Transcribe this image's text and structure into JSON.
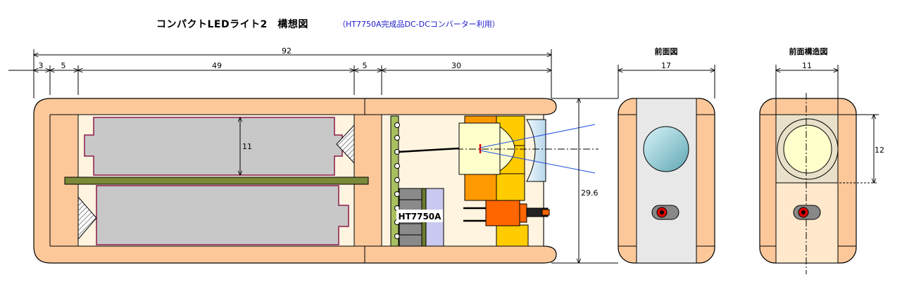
{
  "title": "コンパクトLEDライト2　構想図",
  "subtitle": "（HT7750A完成品DC-DCコンバーター利用）",
  "views": {
    "front": "前面図",
    "front_structure": "前面構造図"
  },
  "dimensions": {
    "total_length": "92",
    "seg_3": "3",
    "seg_5a": "5",
    "seg_49": "49",
    "seg_5b": "5",
    "seg_30": "30",
    "battery_dia": "11",
    "height": "29.6",
    "front_width": "17",
    "front_inner": "11",
    "front_struct_h": "12"
  },
  "chip_label": "HT7750A",
  "colors": {
    "case": "#fcc89a",
    "battery": "#c8c8c8",
    "battery_edge": "#8b1a4a",
    "pcb": "#7a8a38",
    "lens": "#ffffcc",
    "blue_beam": "#2050e0",
    "orange_block": "#ff9900",
    "yellow_block": "#ffcc00",
    "switch": "#ff6600",
    "front_face": "#e8e8e8"
  }
}
